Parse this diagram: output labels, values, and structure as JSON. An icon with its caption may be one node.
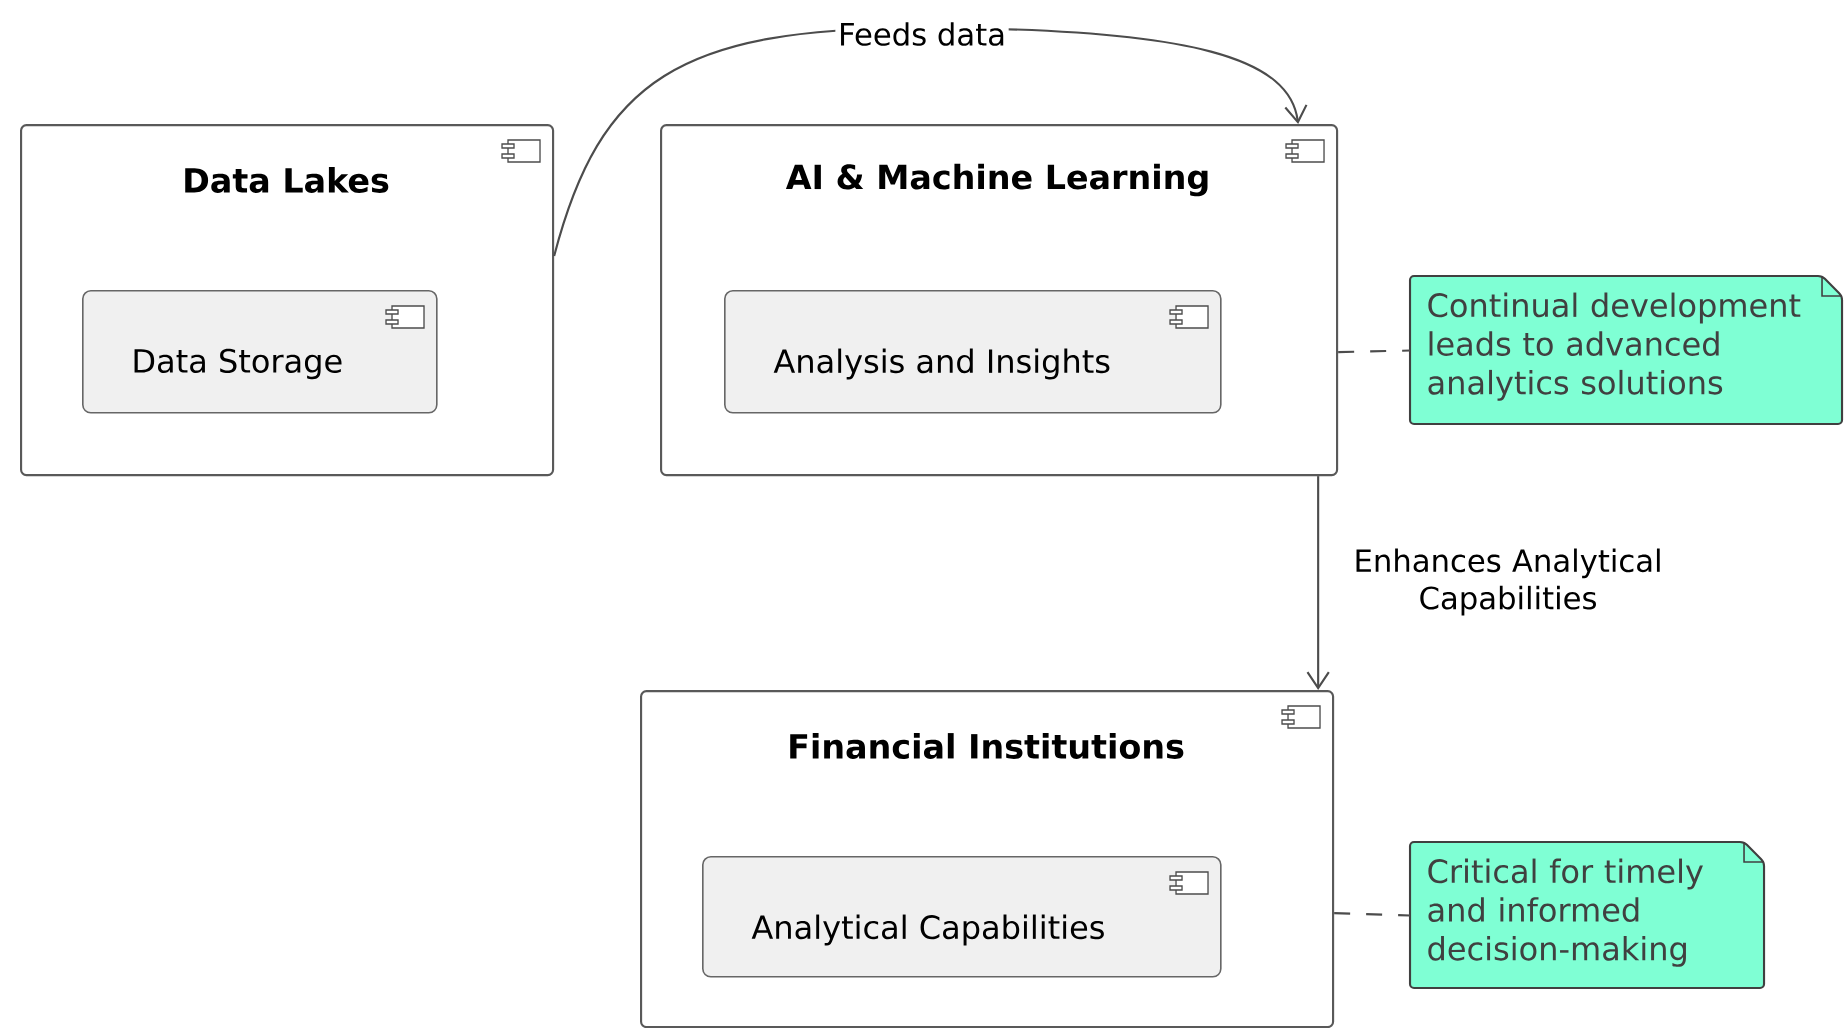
{
  "diagram": {
    "nodes": [
      {
        "text": [
          "Data Lakes"
        ]
      },
      {
        "text": [
          "Data Storage"
        ],
        "in": 0
      },
      {
        "text": [
          "AI & Machine Learning"
        ]
      },
      {
        "text": [
          "Analysis and Insights"
        ],
        "in": 2
      },
      {
        "text": [
          "Continual development leads to advanced analytics solutions"
        ]
      },
      {
        "text": [
          "Financial Institutions"
        ]
      },
      {
        "text": [
          "Analytical Capabilities"
        ],
        "in": 5
      },
      {
        "text": [
          "Critical for timely and informed decision-making"
        ]
      }
    ],
    "edges": [
      {
        "from": 0,
        "to": 2,
        "arrow": "to",
        "label": "Feeds data"
      },
      {
        "from": 2,
        "to": 5,
        "arrow": "to",
        "label": "Enhances Analytical Capabilities"
      },
      {
        "from": 2,
        "to": 4,
        "arrow": "none",
        "style": "dashed"
      },
      {
        "from": 5,
        "to": 7,
        "arrow": "none",
        "style": "dashed"
      }
    ]
  }
}
